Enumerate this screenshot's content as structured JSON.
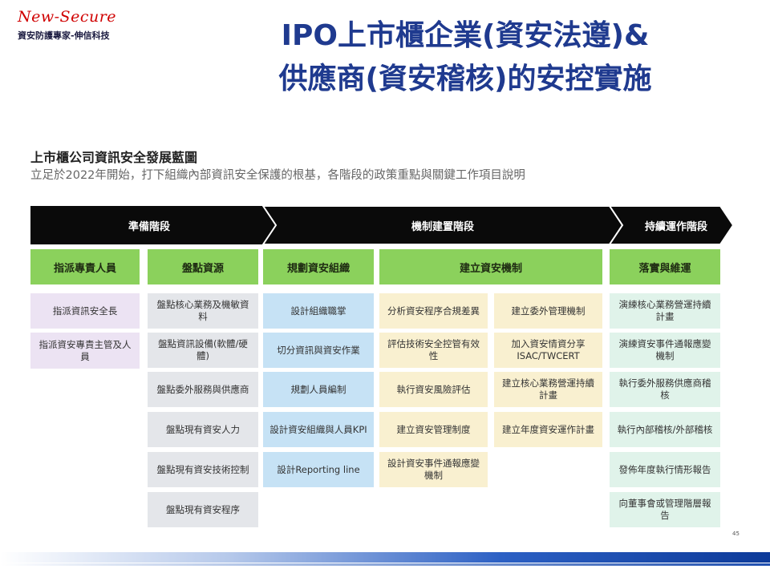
{
  "logo": {
    "name": "New-Secure",
    "tagline": "資安防護專家-伸信科技"
  },
  "slide_title": {
    "line1": "IPO上市櫃企業(資安法遵)&",
    "line2": "供應商(資安稽核)的安控實施"
  },
  "roadmap": {
    "title": "上市櫃公司資訊安全發展藍圖",
    "subtitle": "立足於2022年開始，打下組織內部資訊安全保護的根基，各階段的政策重點與關鍵工作項目說明",
    "phases": [
      "準備階段",
      "機制建置階段",
      "持續運作階段"
    ],
    "categories": [
      "指派專責人員",
      "盤點資源",
      "規劃資安組織",
      "建立資安機制",
      "落實與維運"
    ],
    "col_assign": [
      "指派資訊安全長",
      "指派資安專責主管及人員"
    ],
    "col_inventory": [
      "盤點核心業務及機敏資料",
      "盤點資訊設備(軟體/硬體)",
      "盤點委外服務與供應商",
      "盤點現有資安人力",
      "盤點現有資安技術控制",
      "盤點現有資安程序"
    ],
    "col_plan": [
      "設計組織職掌",
      "切分資訊與資安作業",
      "規劃人員編制",
      "設計資安組織與人員KPI",
      "設計Reporting line"
    ],
    "col_mech_a": [
      "分析資安程序合規差異",
      "評估技術安全控管有效性",
      "執行資安風險評估",
      "建立資安管理制度",
      "設計資安事件通報應變機制"
    ],
    "col_mech_b": [
      "建立委外管理機制",
      "加入資安情資分享ISAC/TWCERT",
      "建立核心業務營運持續計畫",
      "建立年度資安運作計畫"
    ],
    "col_ops": [
      "演練核心業務營運持續計畫",
      "演練資安事件通報應變機制",
      "執行委外服務供應商稽核",
      "執行內部稽核/外部稽核",
      "發佈年度執行情形報告",
      "向董事會或管理階層報告"
    ]
  },
  "page_number": "45",
  "colors": {
    "title": "#1f3a8f",
    "phase_bg": "#0a0a0a",
    "category_bg": "#8bd15c",
    "logo": "#d00000"
  }
}
